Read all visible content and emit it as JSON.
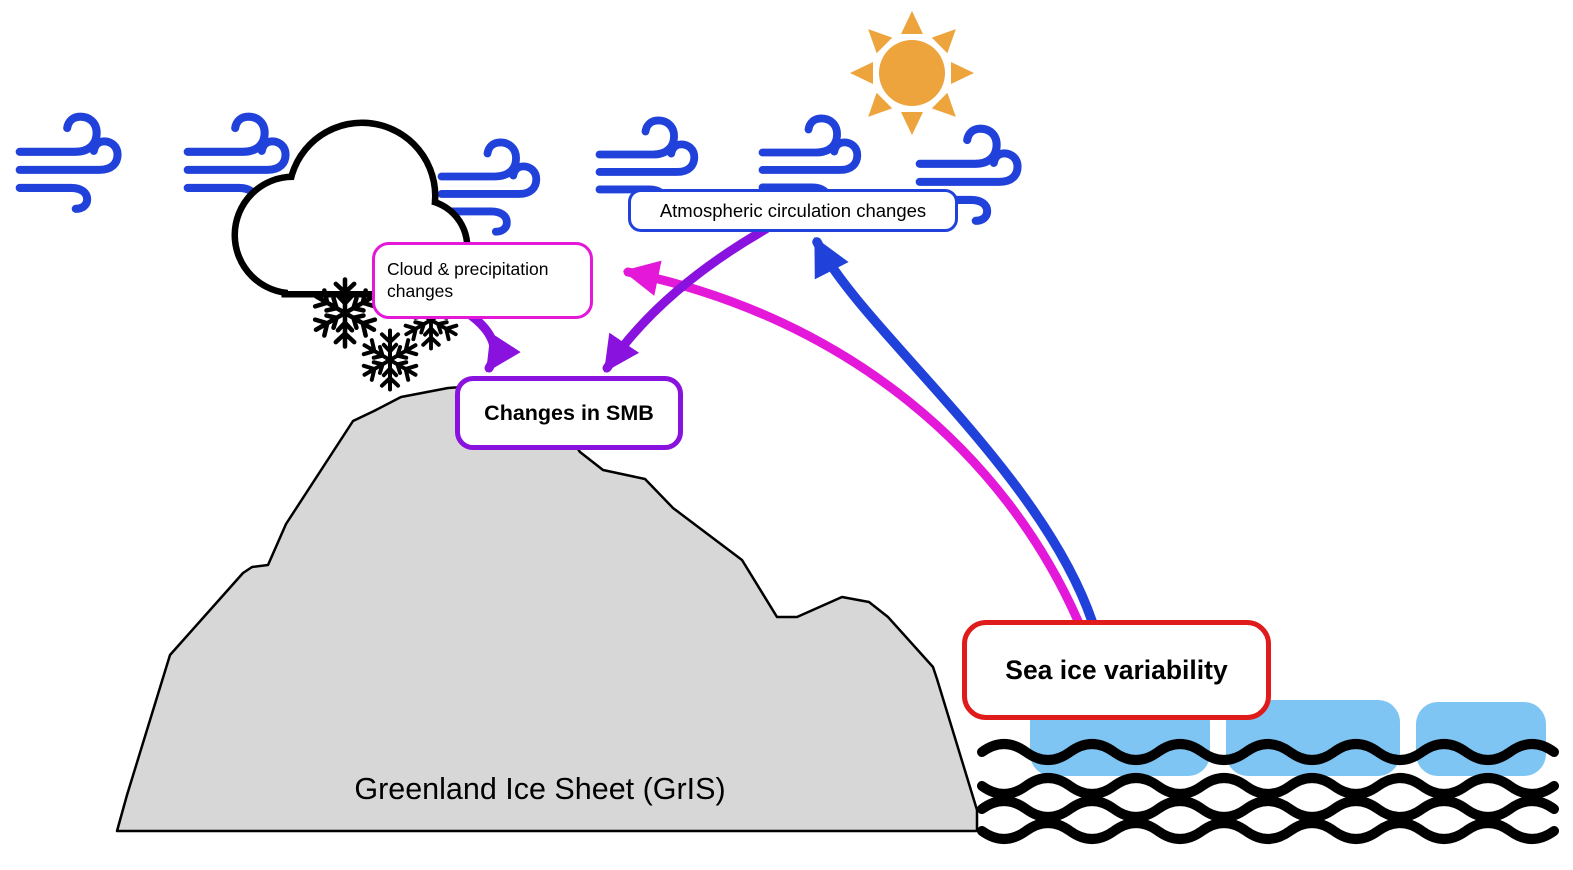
{
  "figure": {
    "type": "concept-diagram",
    "description": "Interactions between sea ice variability, atmospheric circulation, clouds/precipitation and surface mass balance of the Greenland Ice Sheet"
  },
  "nodes": {
    "atmospheric": {
      "label": "Atmospheric circulation changes",
      "border_color": "#2142DA"
    },
    "cloud_precip": {
      "label": "Cloud & precipitation changes",
      "border_color": "#E318D9"
    },
    "smb": {
      "label": "Changes in SMB",
      "border_color": "#8A12DF"
    },
    "sea_ice": {
      "label": "Sea ice variability",
      "border_color": "#DF1B1B"
    },
    "gris": {
      "label": "Greenland Ice Sheet (GrIS)"
    }
  },
  "arrows": [
    {
      "from": "sea_ice",
      "to": "atmospheric",
      "color": "#2142DA",
      "style": "curved"
    },
    {
      "from": "sea_ice",
      "to": "cloud_precip",
      "color": "#E318D9",
      "style": "curved"
    },
    {
      "from": "atmospheric",
      "to": "smb",
      "color": "#8A12DF",
      "style": "straight"
    },
    {
      "from": "cloud_precip",
      "to": "smb",
      "color": "#8A12DF",
      "style": "curved"
    }
  ],
  "icons": {
    "wind_count": 6,
    "snowflake_count": 3,
    "sea_ice_floe_count": 3,
    "wave_line_count": 4,
    "sun": "sun-icon",
    "cloud": "cloud-icon"
  },
  "colors": {
    "blue": "#2142DA",
    "magenta": "#E318D9",
    "purple": "#8A12DF",
    "red": "#DF1B1B",
    "sun_orange": "#EDA43C",
    "ice_blue": "#7FC5F3",
    "mountain_gray": "#D7D7D7",
    "outline_black": "#000000",
    "background": "#FFFFFF",
    "text": "#000000"
  }
}
